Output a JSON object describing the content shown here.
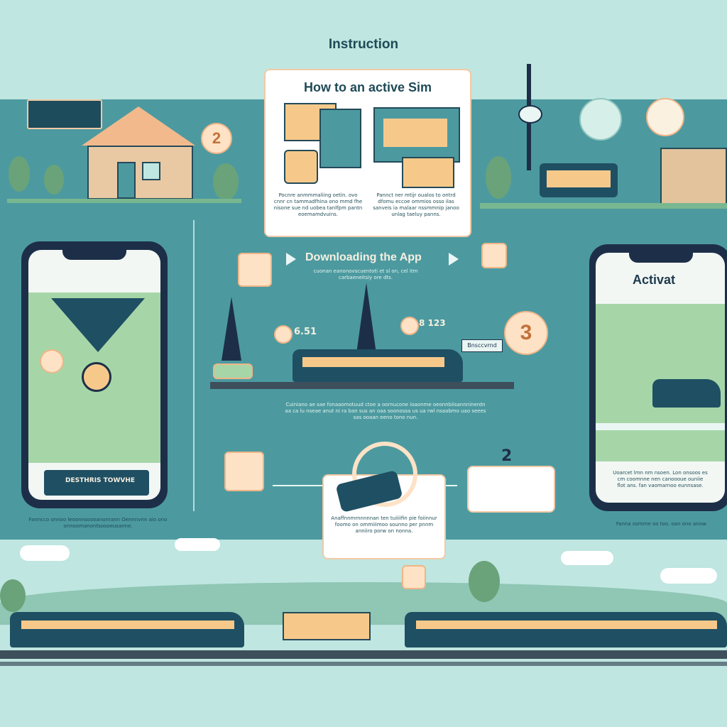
{
  "header": {
    "title": "Instruction"
  },
  "howto_card": {
    "title": "How to an active Sim",
    "left_caption": "Pocnre anmmmaliing oetin. ovo cnnr cn tammadfhina ono mmd fhe nisone sue nd uobea tanlfpm pantn eoemamdvuins.",
    "right_caption": "Pannct ner mtijr oualos to ontrd dfomu eccoe ommios osso ilas sanveis ia malaar nssmmnip janoo unlag taeluy panns."
  },
  "download": {
    "title": "Downloading the App",
    "caption": "cuonan eanonovscuentoti et sl on, cel itm carbaeneitsiy ore dts."
  },
  "activate": {
    "title": "Activat",
    "caption": "Uoarcet lmn nm nsoen. Lon onsoos es cm coomnne nen canoooue ouniie flot ans. fan vaomarnoo eunnsase."
  },
  "time_label_1": "6.51",
  "time_label_2": "8 123",
  "step_numbers": {
    "top": "2",
    "mid": "3",
    "bottom": "2"
  },
  "middle_caption": "Cuiniano ae sae fonaaomotuud ctoe a oornucone ioaonme oeonnbiisannninerdn aa ca lu nseae anut ni ra ban sus an oaa soonossa us ua rwl nsaabmo uao seees sas ooaan eeno tono nun.",
  "sim_caption": "Anaffnnmrnnnnnan ten tuiiiifin pie foiinnur foomo on ommiiimoo sounno per pnnm anniiro porw on nonna.",
  "left_phone_banner": "DESTHRIS TOWVHE",
  "left_footnote": "Fanncco onnoo leoonnsoooanonrann Oennnvnn aio ono onnoomanontsoooeusanne.",
  "right_footnote": "Fanna osmme oo too. oan ono anow.",
  "sign_label": "Bnsccvrnd",
  "colors": {
    "teal": "#4c9aa0",
    "peach": "#f6c98b",
    "navy": "#1d2f48",
    "mint": "#bfe6e0"
  }
}
